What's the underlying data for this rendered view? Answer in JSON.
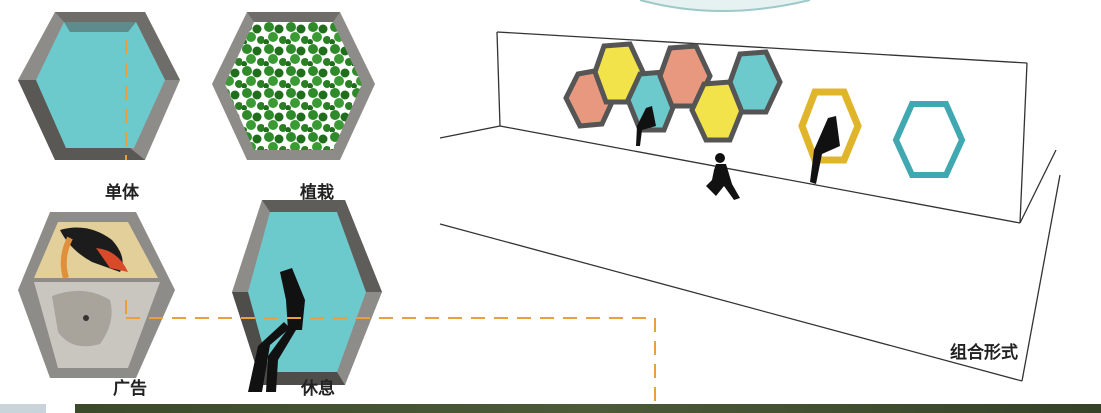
{
  "labels": {
    "single": "单体",
    "planting": "植栽",
    "advertising": "广告",
    "rest": "休息",
    "combination": "组合形式"
  },
  "colors": {
    "frame_outer": "#8e8c89",
    "frame_inner": "#4f4d4a",
    "cyan": "#6cc9cc",
    "salmon": "#e8987e",
    "yellow": "#f2e34b",
    "gold_outline": "#e0b52a",
    "teal_outline": "#3fa8b0",
    "leaf": "#2f8a2a",
    "dash_line": "#e8a03a",
    "bottom_photo": "#3d4a2c"
  },
  "icons": [
    "hexagon-single-icon",
    "hexagon-planting-icon",
    "hexagon-advertising-icon",
    "hexagon-rest-icon",
    "person-silhouette-icon"
  ]
}
